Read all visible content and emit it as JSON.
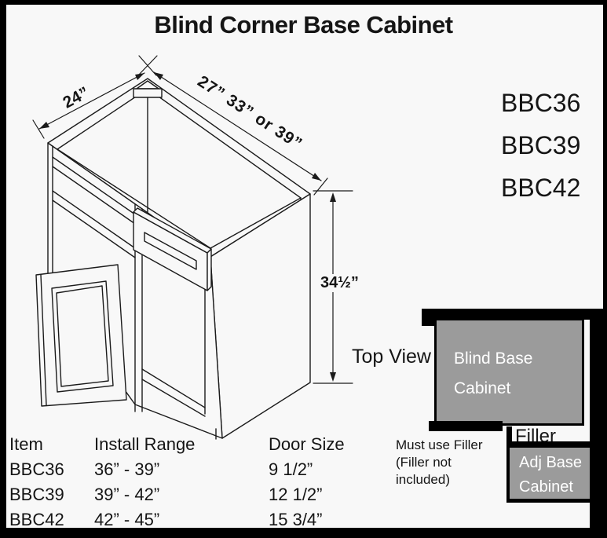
{
  "title": "Blind Corner Base Cabinet",
  "models": [
    "BBC36",
    "BBC39",
    "BBC42"
  ],
  "dimensions": {
    "depth": "24”",
    "width": "27” 33” or 39”",
    "height": "34½”"
  },
  "top_view": {
    "label": "Top View",
    "blind_cabinet_line1": "Blind Base",
    "blind_cabinet_line2": "Cabinet",
    "filler_label": "Filler",
    "adj_cabinet_line1": "Adj Base",
    "adj_cabinet_line2": "Cabinet",
    "note_line1": "Must use Filler",
    "note_line2": "(Filler not",
    "note_line3": "included)"
  },
  "colors": {
    "cabinet_gray": "#9b9b9b",
    "wall_black": "#000000",
    "background": "#f8f8f8",
    "line": "#1b1b1b"
  },
  "table": {
    "headers": [
      "Item",
      "Install Range",
      "Door Size"
    ],
    "rows": [
      {
        "item": "BBC36",
        "install_range": "36” - 39”",
        "door_size": "9 1/2”"
      },
      {
        "item": "BBC39",
        "install_range": "39” - 42”",
        "door_size": "12 1/2”"
      },
      {
        "item": "BBC42",
        "install_range": "42” - 45”",
        "door_size": "15 3/4”"
      }
    ]
  }
}
